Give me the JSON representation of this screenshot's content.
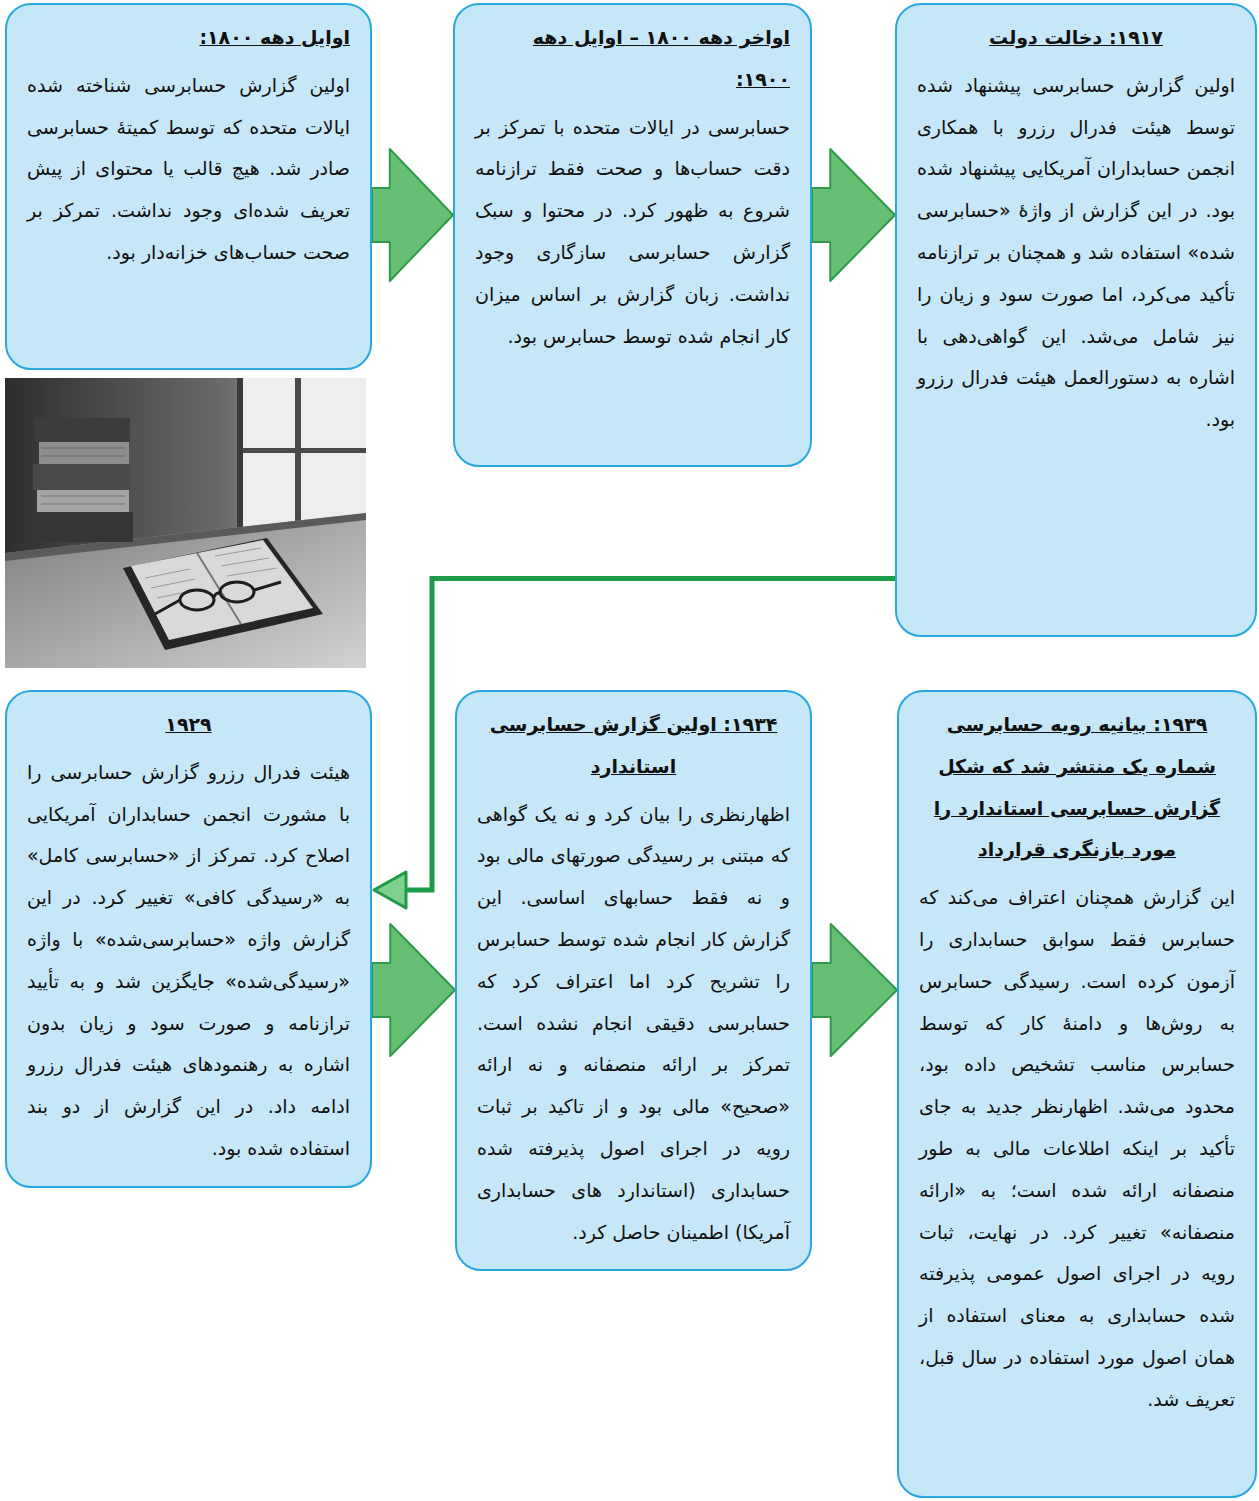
{
  "diagram": {
    "nodes": [
      {
        "text": [
          "اوایل دهه ۱۸۰۰:",
          "اولین گزارش حسابرسی شناخته شده ایالات متحده که توسط کمیتۀ حسابرسی صادر شد. هیچ قالب یا محتوای از پیش تعریف شده‌ای وجود نداشت. تمرکز بر صحت حساب‌های خزانه‌دار بود."
        ]
      },
      {
        "text": [
          "اواخر دهه ۱۸۰۰ – اوایل دهه ۱۹۰۰:",
          "حسابرسی در ایالات متحده با تمرکز بر دقت حساب‌ها و صحت فقط ترازنامه شروع به ظهور کرد. در محتوا و سبک گزارش حسابرسی سازگاری وجود نداشت. زبان گزارش بر اساس میزان کار انجام شده توسط حسابرس بود."
        ]
      },
      {
        "text": [
          "۱۹۱۷: دخالت دولت",
          "اولین گزارش حسابرسی پیشنهاد شده توسط هیئت فدرال رزرو با همکاری انجمن حسابداران آمریکایی پیشنهاد شده بود. در این گزارش از واژۀ «حسابرسی شده» استفاده شد و همچنان بر ترازنامه تأکید می‌کرد، اما صورت سود و زیان را نیز شامل می‌شد. این گواهی‌دهی با اشاره به دستورالعمل هیئت فدرال رزرو بود."
        ]
      },
      {
        "text": [
          "۱۹۲۹",
          "هیئت فدرال رزرو گزارش حسابرسی را با مشورت انجمن حسابداران آمریکایی اصلاح کرد. تمرکز از «حسابرسی کامل» به «رسیدگی کافی» تغییر کرد. در این گزارش واژه «حسابرسی‌شده» با واژه «رسیدگی‌شده» جایگزین شد و به تأیید ترازنامه و صورت سود و زیان بدون اشاره به رهنمودهای هیئت فدرال رزرو ادامه داد. در این گزارش از دو بند استفاده شده بود."
        ]
      },
      {
        "text": [
          "۱۹۳۴: اولین گزارش حسابرسی استاندارد",
          "اظهارنظری را بیان کرد و نه یک گواهی که مبتنی بر رسیدگی صورتهای مالی بود و نه فقط حسابهای اساسی. این گزارش کار انجام شده توسط حسابرس را تشریح کرد اما اعتراف کرد که حسابرسی دقیقی انجام نشده است. تمرکز بر ارائه منصفانه و نه ارائه «صحیح» مالی بود و از تاکید بر ثبات رویه در اجرای اصول پذیرفته شده حسابداری (استاندارد های حسابداری آمریکا) اطمینان حاصل کرد."
        ]
      },
      {
        "text": [
          "۱۹۳۹: بیانیه رویه حسابرسی شماره یک منتشر شد که شکل گزارش حسابرسی استاندارد را مورد بازنگری قرارداد",
          "این گزارش همچنان اعتراف می‌کند که حسابرس فقط سوابق حسابداری را آزمون کرده است. رسیدگی حسابرس به روش‌ها و دامنۀ کار که توسط حسابرس مناسب تشخیص داده بود، محدود می‌شد. اظهارنظر جدید به جای تأکید بر اینکه اطلاعات مالی به طور منصفانه ارائه شده است؛ به «ارائه منصفانه» تغییر کرد. در نهایت، ثبات رویه در اجرای اصول عمومی پذیرفته شده حسابداری به معنای استفاده از همان اصول مورد استفاده در سال قبل، تعریف شد."
        ]
      }
    ],
    "edges": [
      {
        "from": 0,
        "to": 1,
        "arrow": "to"
      },
      {
        "from": 1,
        "to": 2,
        "arrow": "to"
      },
      {
        "from": 2,
        "to": 3,
        "arrow": "to"
      },
      {
        "from": 3,
        "to": 4,
        "arrow": "to"
      },
      {
        "from": 4,
        "to": 5,
        "arrow": "to"
      }
    ]
  }
}
